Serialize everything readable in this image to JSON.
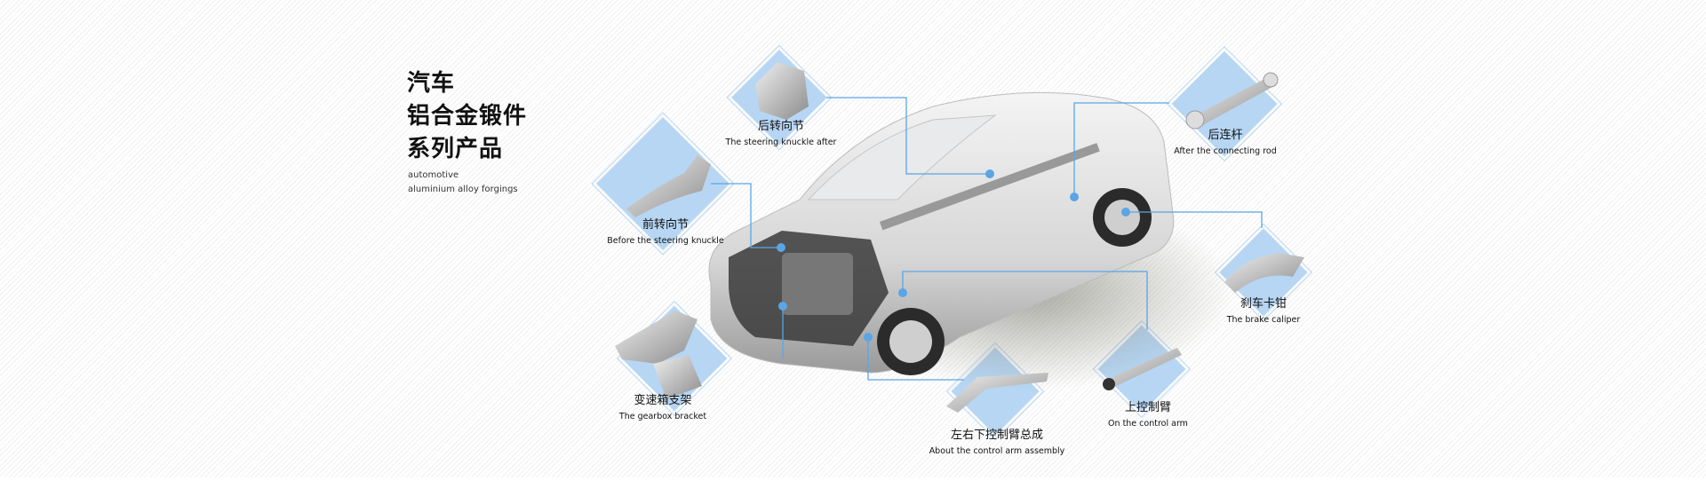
{
  "heading": {
    "lines": [
      "汽车",
      "铝合金锻件",
      "系列产品"
    ],
    "subtitle": [
      "automotive",
      "aluminium alloy forgings"
    ]
  },
  "parts": [
    {
      "id": "rear-steering-knuckle",
      "zh": "后转向节",
      "en": "The steering knuckle after"
    },
    {
      "id": "front-steering-knuckle",
      "zh": "前转向节",
      "en": "Before the steering knuckle"
    },
    {
      "id": "rear-connecting-rod",
      "zh": "后连杆",
      "en": "After the connecting rod"
    },
    {
      "id": "brake-caliper",
      "zh": "刹车卡钳",
      "en": "The brake caliper"
    },
    {
      "id": "gearbox-bracket",
      "zh": "变速箱支架",
      "en": "The gearbox bracket"
    },
    {
      "id": "control-arm-assembly",
      "zh": "左右下控制臂总成",
      "en": "About the control arm assembly"
    },
    {
      "id": "upper-control-arm",
      "zh": "上控制臂",
      "en": "On the control arm"
    }
  ],
  "colors": {
    "accent": "#5aa5e6",
    "diamond": "#b6d6f3"
  }
}
